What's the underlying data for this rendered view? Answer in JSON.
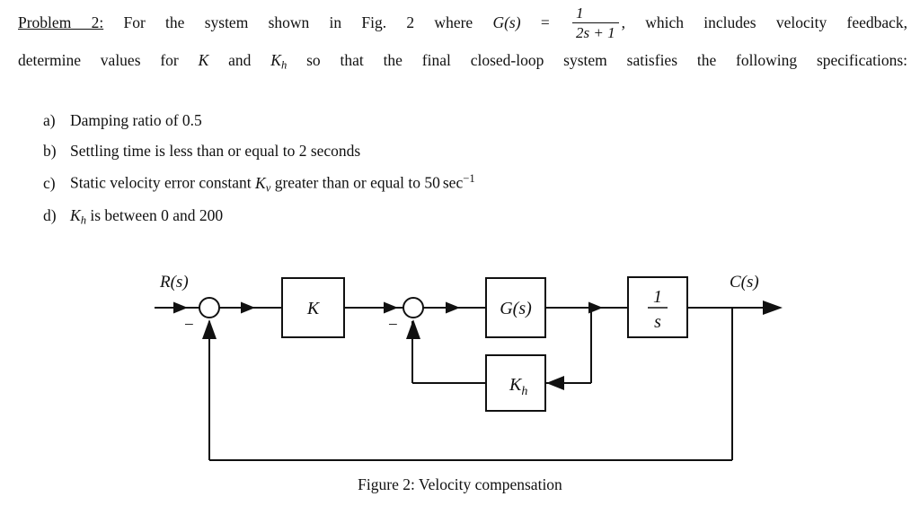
{
  "document": {
    "problem_label": "Problem 2:",
    "line1": {
      "before_frac": "For the system shown in Fig. 2 where",
      "gs": "G(s)",
      "equals": "=",
      "frac_num": "1",
      "frac_den": "2s + 1",
      "after_frac": ", which includes velocity feedback,"
    },
    "line2": {
      "text_a": "determine values for",
      "k": "K",
      "text_b": "and",
      "kh_base": "K",
      "kh_sub": "h",
      "text_c": "so that the final closed-loop system satisfies the following specifications:"
    },
    "specs": [
      {
        "marker": "a)",
        "text": "Damping ratio of 0.5"
      },
      {
        "marker": "b)",
        "text": "Settling time is less than or equal to 2 seconds"
      },
      {
        "marker": "c)",
        "prefix": "Static velocity error constant",
        "symbol_base": "K",
        "symbol_sub": "ν",
        "middle": "greater than or equal to",
        "value": "50",
        "unit": "sec",
        "unit_exp": "−1"
      },
      {
        "marker": "d)",
        "symbol_base": "K",
        "symbol_sub": "h",
        "text": "is between 0 and 200"
      }
    ],
    "caption": "Figure 2:  Velocity compensation"
  },
  "figure": {
    "input_label": "R(s)",
    "output_label": "C(s)",
    "blocks": [
      {
        "name": "gain-k",
        "label": "K"
      },
      {
        "name": "plant-g",
        "label": "G(s)"
      },
      {
        "name": "integrator",
        "num": "1",
        "den": "s"
      },
      {
        "name": "velocity-gain",
        "label_base": "K",
        "label_sub": "h"
      }
    ],
    "summing_junctions": [
      {
        "name": "outer-sum",
        "sign": "−"
      },
      {
        "name": "inner-sum",
        "sign": "−"
      }
    ],
    "line_color": "#111111",
    "background": "#ffffff"
  }
}
